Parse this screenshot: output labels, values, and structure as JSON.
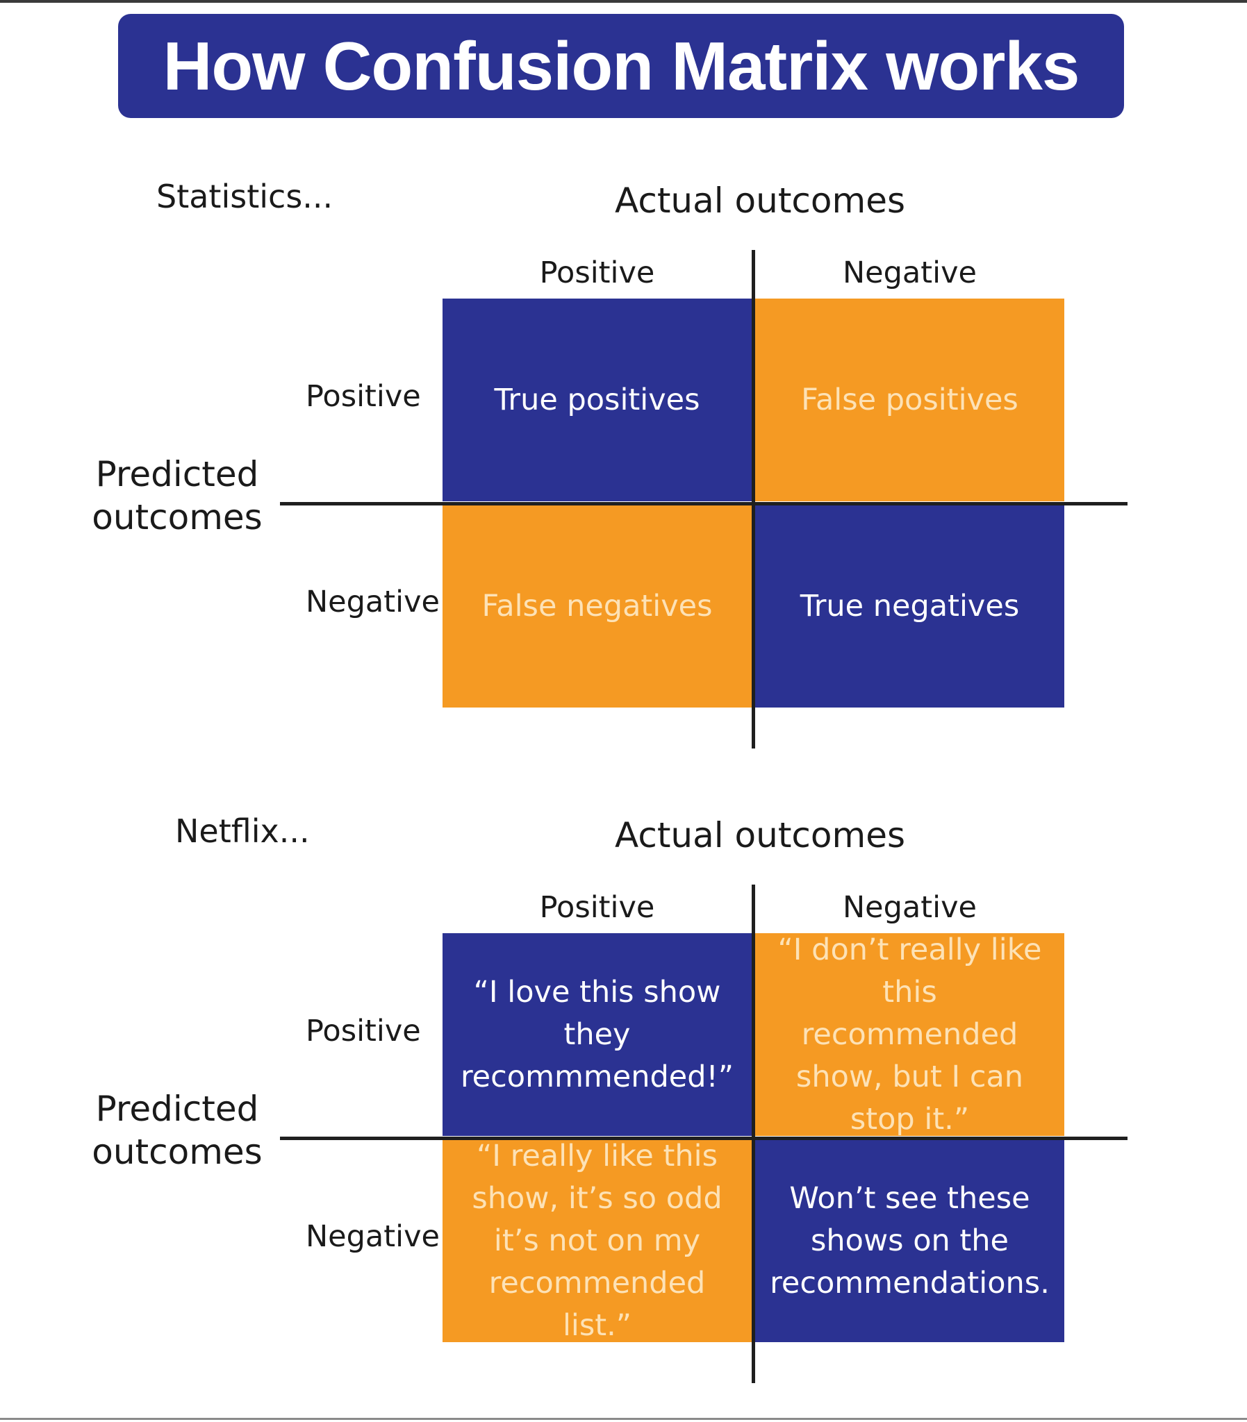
{
  "banner": {
    "title": "How Confusion Matrix works"
  },
  "colors": {
    "navy": "#2b3292",
    "orange": "#f59a23",
    "orange_text": "#fde2b6"
  },
  "sections": [
    {
      "label": "Statistics...",
      "actual_title": "Actual outcomes",
      "columns": [
        "Positive",
        "Negative"
      ],
      "predicted_title": [
        "Predicted",
        "outcomes"
      ],
      "rows": [
        "Positive",
        "Negative"
      ],
      "cells": {
        "tp": "True positives",
        "fp": "False positives",
        "fn": "False negatives",
        "tn": "True negatives"
      }
    },
    {
      "label": "Netflix...",
      "actual_title": "Actual outcomes",
      "columns": [
        "Positive",
        "Negative"
      ],
      "predicted_title": [
        "Predicted",
        "outcomes"
      ],
      "rows": [
        "Positive",
        "Negative"
      ],
      "cells": {
        "tp": "“I love this show they recommmended!”",
        "fp": "“I don’t really like this recommended show, but I can stop it.”",
        "fn": "“I really like this show, it’s so odd it’s not on my recommended list.”",
        "tn": "Won’t see these shows on the recommendations."
      }
    }
  ]
}
